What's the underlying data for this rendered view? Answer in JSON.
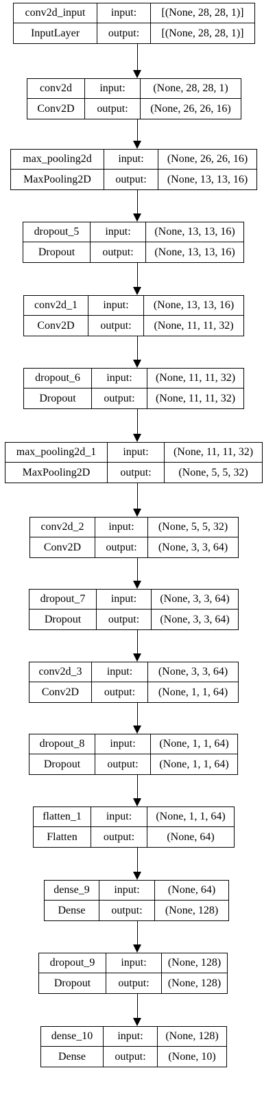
{
  "layers": [
    {
      "name": "conv2d_input",
      "type": "InputLayer",
      "input_label": "input:",
      "output_label": "output:",
      "input_shape": "[(None, 28, 28, 1)]",
      "output_shape": "[(None, 28, 28, 1)]"
    },
    {
      "name": "conv2d",
      "type": "Conv2D",
      "input_label": "input:",
      "output_label": "output:",
      "input_shape": "(None, 28, 28, 1)",
      "output_shape": "(None, 26, 26, 16)"
    },
    {
      "name": "max_pooling2d",
      "type": "MaxPooling2D",
      "input_label": "input:",
      "output_label": "output:",
      "input_shape": "(None, 26, 26, 16)",
      "output_shape": "(None, 13, 13, 16)"
    },
    {
      "name": "dropout_5",
      "type": "Dropout",
      "input_label": "input:",
      "output_label": "output:",
      "input_shape": "(None, 13, 13, 16)",
      "output_shape": "(None, 13, 13, 16)"
    },
    {
      "name": "conv2d_1",
      "type": "Conv2D",
      "input_label": "input:",
      "output_label": "output:",
      "input_shape": "(None, 13, 13, 16)",
      "output_shape": "(None, 11, 11, 32)"
    },
    {
      "name": "dropout_6",
      "type": "Dropout",
      "input_label": "input:",
      "output_label": "output:",
      "input_shape": "(None, 11, 11, 32)",
      "output_shape": "(None, 11, 11, 32)"
    },
    {
      "name": "max_pooling2d_1",
      "type": "MaxPooling2D",
      "input_label": "input:",
      "output_label": "output:",
      "input_shape": "(None, 11, 11, 32)",
      "output_shape": "(None, 5, 5, 32)"
    },
    {
      "name": "conv2d_2",
      "type": "Conv2D",
      "input_label": "input:",
      "output_label": "output:",
      "input_shape": "(None, 5, 5, 32)",
      "output_shape": "(None, 3, 3, 64)"
    },
    {
      "name": "dropout_7",
      "type": "Dropout",
      "input_label": "input:",
      "output_label": "output:",
      "input_shape": "(None, 3, 3, 64)",
      "output_shape": "(None, 3, 3, 64)"
    },
    {
      "name": "conv2d_3",
      "type": "Conv2D",
      "input_label": "input:",
      "output_label": "output:",
      "input_shape": "(None, 3, 3, 64)",
      "output_shape": "(None, 1, 1, 64)"
    },
    {
      "name": "dropout_8",
      "type": "Dropout",
      "input_label": "input:",
      "output_label": "output:",
      "input_shape": "(None, 1, 1, 64)",
      "output_shape": "(None, 1, 1, 64)"
    },
    {
      "name": "flatten_1",
      "type": "Flatten",
      "input_label": "input:",
      "output_label": "output:",
      "input_shape": "(None, 1, 1, 64)",
      "output_shape": "(None, 64)"
    },
    {
      "name": "dense_9",
      "type": "Dense",
      "input_label": "input:",
      "output_label": "output:",
      "input_shape": "(None, 64)",
      "output_shape": "(None, 128)"
    },
    {
      "name": "dropout_9",
      "type": "Dropout",
      "input_label": "input:",
      "output_label": "output:",
      "input_shape": "(None, 128)",
      "output_shape": "(None, 128)"
    },
    {
      "name": "dense_10",
      "type": "Dense",
      "input_label": "input:",
      "output_label": "output:",
      "input_shape": "(None, 128)",
      "output_shape": "(None, 10)"
    }
  ]
}
